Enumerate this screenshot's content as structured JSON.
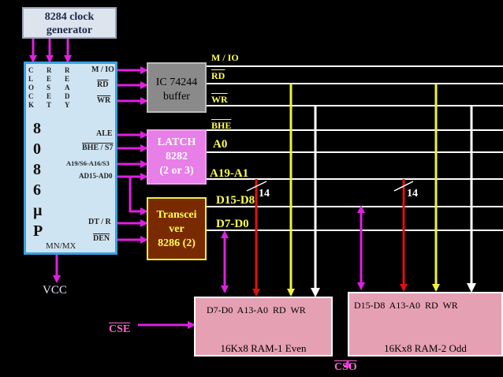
{
  "clock_gen": {
    "line1": "8284 clock",
    "line2": "generator"
  },
  "cpu": {
    "left_cols": [
      [
        "C",
        "L",
        "O",
        "C",
        "K"
      ],
      [
        "R",
        "E",
        "S",
        "E",
        "T"
      ],
      [
        "R",
        "E",
        "A",
        "D",
        "Y"
      ]
    ],
    "chip_name": [
      "8",
      "0",
      "8",
      "6",
      "µ",
      "P"
    ],
    "pins": {
      "mio": "M / IO",
      "rd": "RD",
      "wr": "WR",
      "ale": "ALE",
      "bhe": "BHE / S7",
      "addr_hi": "A19/S6-A16/S3",
      "ad": "AD15-AD0",
      "dtr": "DT / R",
      "den": "DEN",
      "mnmx": "MN/MX"
    },
    "vcc": "VCC"
  },
  "buffer": {
    "line1": "IC 74244",
    "line2": "buffer"
  },
  "latch": {
    "line1": "LATCH",
    "line2": "8282",
    "line3": "(2 or 3)"
  },
  "transceiver": {
    "line1": "Transcei",
    "line2": "ver",
    "line3": "8286 (2)"
  },
  "bus_labels": {
    "mio": "M / IO",
    "rd": "RD",
    "wr": "WR",
    "bhe": "BHE",
    "a0": "A0",
    "a19_1": "A19-A1",
    "d15_8": "D15-D8",
    "d7_0": "D7-D0",
    "fourteen_1": "14",
    "fourteen_2": "14"
  },
  "ram1": {
    "pins": "D7-D0  A13-A0  RD  WR",
    "name": "16Kx8 RAM-1 Even",
    "cs": "CSE"
  },
  "ram2": {
    "pins": "D15-D8  A13-A0  RD  WR",
    "name": "16Kx8 RAM-2 Odd",
    "cs": "CSO"
  },
  "colors": {
    "background": "#000000",
    "clock_box": "#dde4ee",
    "cpu_fill": "#cfe4f2",
    "cpu_border": "#3aa0e0",
    "buffer_fill": "#8a8a8a",
    "latch_fill": "#e87ee8",
    "transceiver_fill": "#7a2a00",
    "ram_fill": "#e6a0b4",
    "magenta": "#e020e0",
    "red": "#e01010",
    "yellow": "#f0f040",
    "white": "#ffffff",
    "label_yellow": "#ffff55",
    "label_pink": "#ff66cc"
  }
}
